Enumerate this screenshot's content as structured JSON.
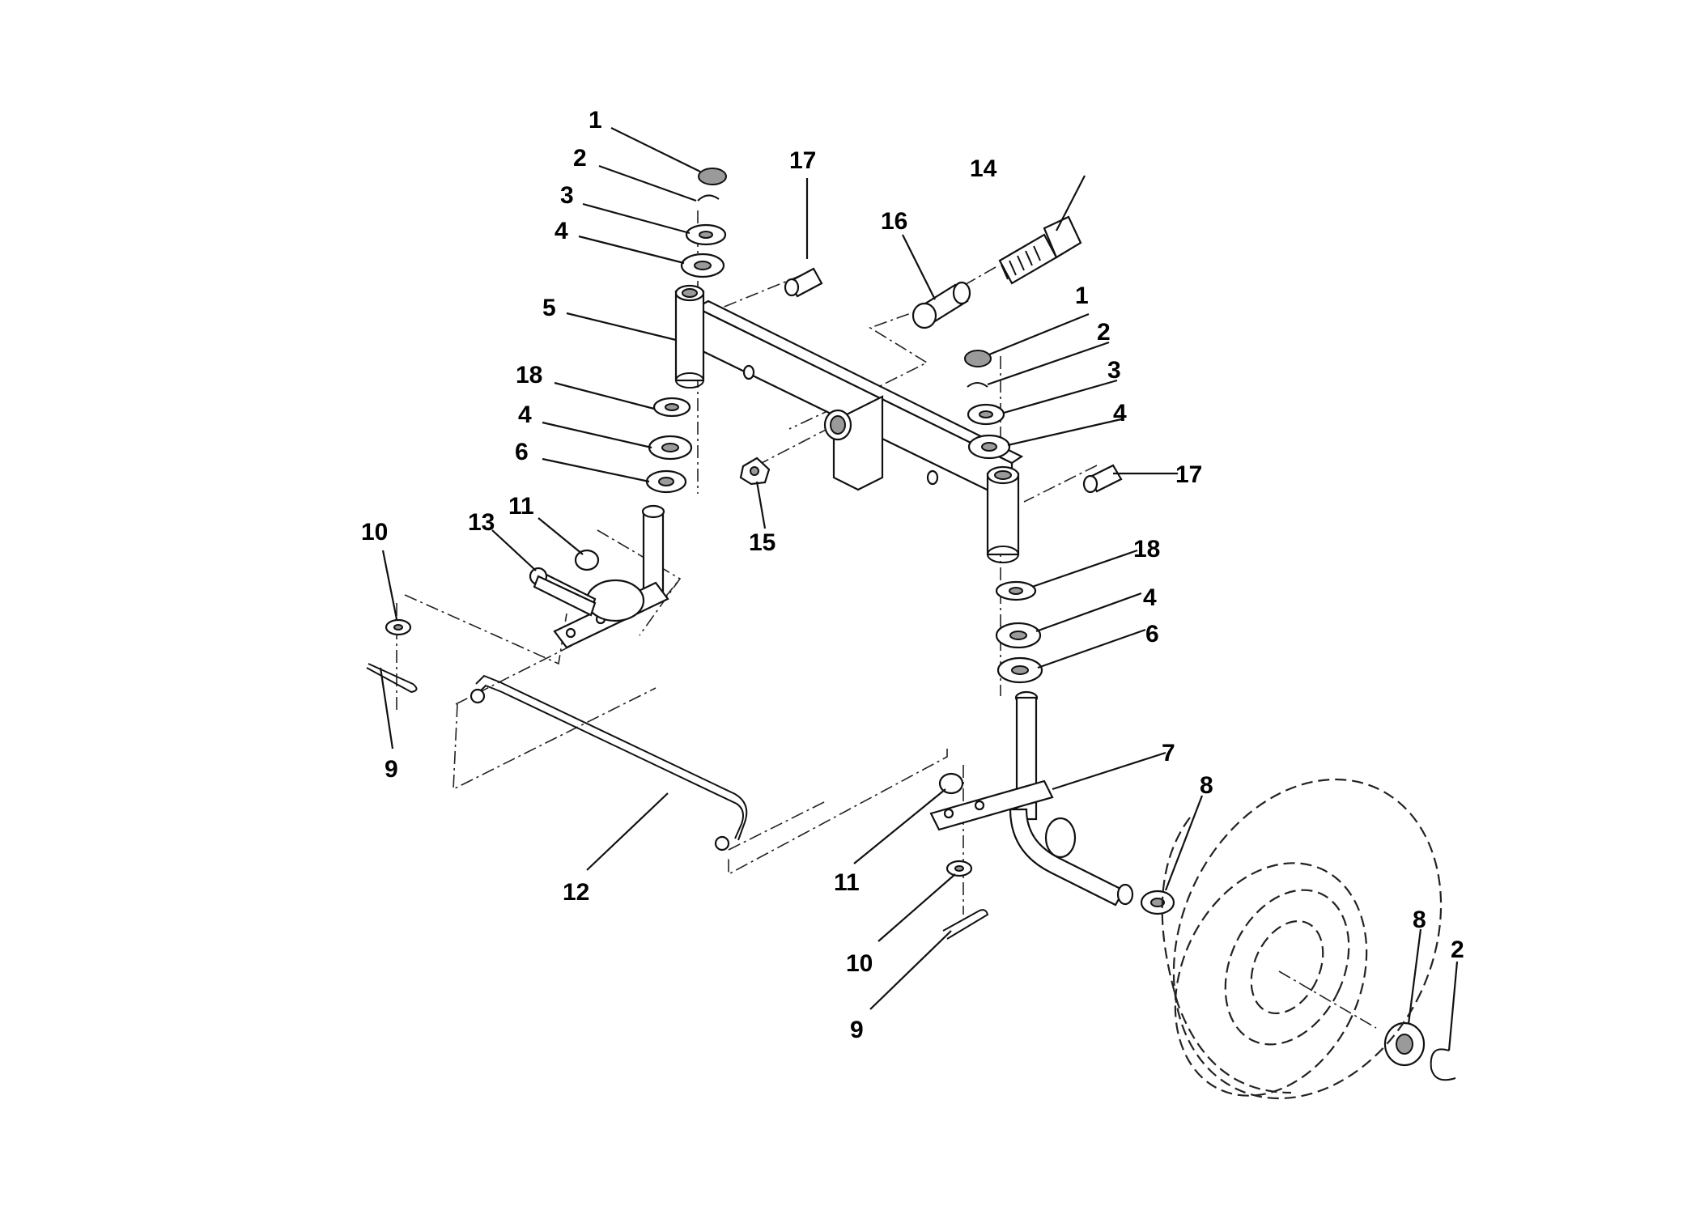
{
  "callouts": [
    {
      "id": "c1a",
      "text": "1"
    },
    {
      "id": "c2a",
      "text": "2"
    },
    {
      "id": "c3a",
      "text": "3"
    },
    {
      "id": "c4a",
      "text": "4"
    },
    {
      "id": "c5",
      "text": "5"
    },
    {
      "id": "c18a",
      "text": "18"
    },
    {
      "id": "c4b",
      "text": "4"
    },
    {
      "id": "c6a",
      "text": "6"
    },
    {
      "id": "c17a",
      "text": "17"
    },
    {
      "id": "c16",
      "text": "16"
    },
    {
      "id": "c14",
      "text": "14"
    },
    {
      "id": "c1b",
      "text": "1"
    },
    {
      "id": "c2b",
      "text": "2"
    },
    {
      "id": "c3b",
      "text": "3"
    },
    {
      "id": "c4c",
      "text": "4"
    },
    {
      "id": "c17b",
      "text": "17"
    },
    {
      "id": "c15",
      "text": "15"
    },
    {
      "id": "c10a",
      "text": "10"
    },
    {
      "id": "c13",
      "text": "13"
    },
    {
      "id": "c11a",
      "text": "11"
    },
    {
      "id": "c9a",
      "text": "9"
    },
    {
      "id": "c18b",
      "text": "18"
    },
    {
      "id": "c4d",
      "text": "4"
    },
    {
      "id": "c6b",
      "text": "6"
    },
    {
      "id": "c7",
      "text": "7"
    },
    {
      "id": "c8a",
      "text": "8"
    },
    {
      "id": "c12",
      "text": "12"
    },
    {
      "id": "c11b",
      "text": "11"
    },
    {
      "id": "c10b",
      "text": "10"
    },
    {
      "id": "c9b",
      "text": "9"
    },
    {
      "id": "c8b",
      "text": "8"
    },
    {
      "id": "c2c",
      "text": "2"
    }
  ]
}
